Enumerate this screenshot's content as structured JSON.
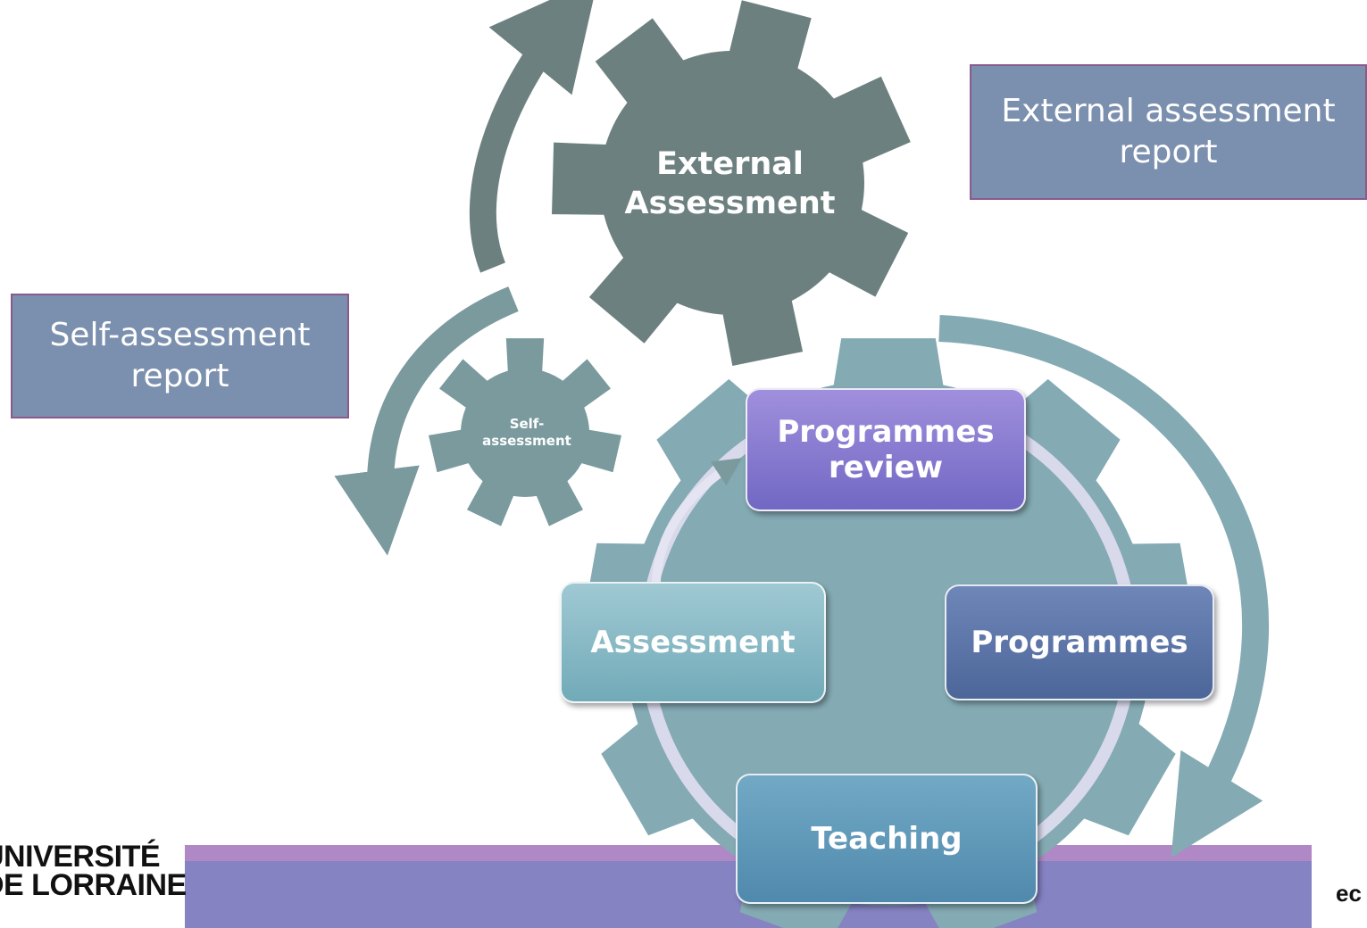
{
  "external_report": {
    "label": "External assessment report"
  },
  "self_report": {
    "label": "Self-assessment report"
  },
  "external_gear": {
    "label": "External Assessment"
  },
  "self_gear": {
    "label": "Self-assessment"
  },
  "cycle": {
    "programmes_review": "Programmes review",
    "assessment": "Assessment",
    "programmes": "Programmes",
    "teaching": "Teaching"
  },
  "footer": {
    "logo_line1": "UNIVERSITÉ",
    "logo_line2": "DE LORRAINE",
    "right_fragment": "ec"
  },
  "colors": {
    "external_gear": "#6d8080",
    "small_gear": "#7a9a9e",
    "big_gear": "#84aab3",
    "arrow_dark": "#6d8080",
    "arrow_light": "#84aab3",
    "label_box": "#7b8fae",
    "footer_band": "#8683c3",
    "footer_stripe": "#b088c6"
  }
}
